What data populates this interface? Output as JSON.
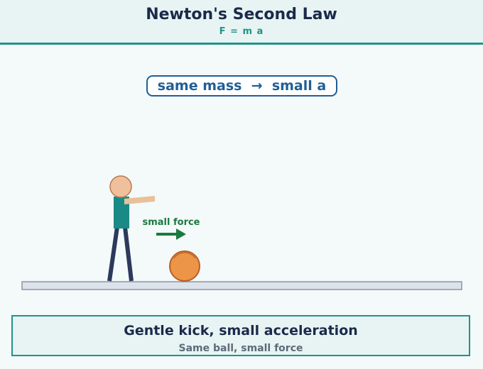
{
  "header": {
    "title": "Newton's Second Law",
    "formula": "F = m a"
  },
  "scene": {
    "badge_text": "same mass  →  small a",
    "force_label": "small force"
  },
  "footer": {
    "title": "Gentle kick, small acceleration",
    "subtitle": "Same ball, small force"
  },
  "colors": {
    "accent": "#1f9488",
    "navy": "#1b2a4a",
    "badge_text": "#1f5f96",
    "force_arrow": "#1a7a40",
    "ball": "#ec9548",
    "ball_stroke": "#b85e24",
    "shirt": "#1a8a86",
    "skin": "#f0c09c",
    "legs": "#2b3a5c"
  }
}
